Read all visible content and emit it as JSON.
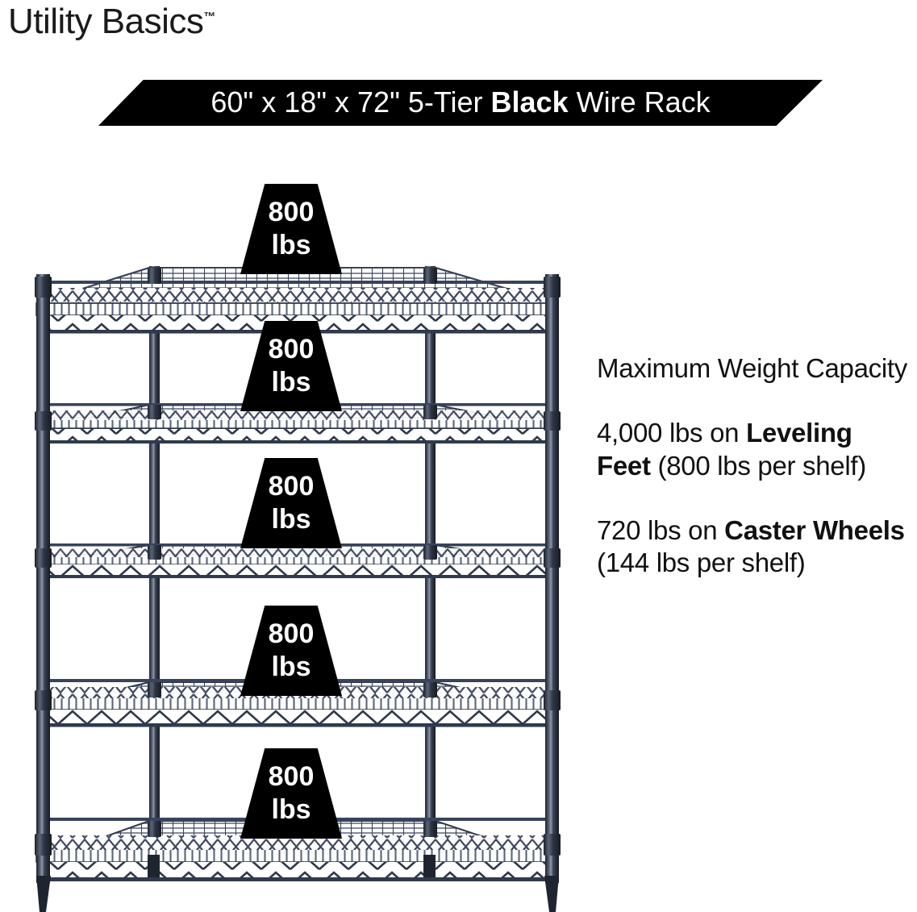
{
  "brand": {
    "name": "Utility Basics",
    "trademark": "™"
  },
  "banner": {
    "dimensions": "60\" x 18\" x 72\"",
    "tier": "5-Tier",
    "color_word": "Black",
    "product": "Wire Rack",
    "full_text_prefix": "60\" x 18\" x 72\" 5-Tier ",
    "full_text_bold": "Black",
    "full_text_suffix": " Wire Rack",
    "background": "#000000",
    "text_color": "#ffffff"
  },
  "specs": {
    "heading": "Maximum Weight Capacity",
    "leveling": {
      "prefix": "4,000 lbs on ",
      "bold": "Leveling Feet",
      "suffix": " (800 lbs per shelf)"
    },
    "caster": {
      "prefix": "720 lbs on ",
      "bold": "Caster Wheels",
      "suffix": " (144 lbs per shelf)"
    }
  },
  "rack": {
    "shelf_count": 5,
    "frame_color": "#2b3242",
    "badges": [
      {
        "amount": "800",
        "unit": "lbs"
      },
      {
        "amount": "800",
        "unit": "lbs"
      },
      {
        "amount": "800",
        "unit": "lbs"
      },
      {
        "amount": "800",
        "unit": "lbs"
      },
      {
        "amount": "800",
        "unit": "lbs"
      }
    ]
  }
}
